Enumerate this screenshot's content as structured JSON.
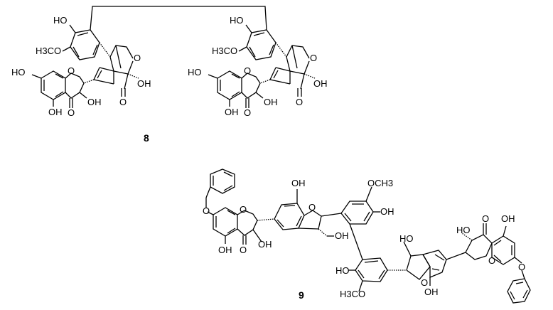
{
  "compounds": [
    {
      "label": "8",
      "units": [
        {
          "labels": {
            "oh_top": "HO",
            "ome": "H3CO",
            "oh_a7": "HO",
            "oh_a5": "OH",
            "ketone": "O",
            "oh_c3": "OH",
            "ring_o": "O",
            "bicyc_o": "O",
            "bicyc_oh": "OH",
            "bicyc_ketone": "O"
          }
        },
        {
          "labels": {
            "oh_top": "HO",
            "ome": "H3CO",
            "oh_a7": "HO",
            "oh_a5": "OH",
            "ketone": "O",
            "oh_c3": "OH",
            "ring_o": "O",
            "bicyc_o": "O",
            "bicyc_oh": "OH",
            "bicyc_ketone": "O"
          }
        }
      ]
    },
    {
      "label": "9",
      "labels": {
        "left_obn_o": "O",
        "left_oh5": "OH",
        "left_ketone": "O",
        "left_oh3": "OH",
        "left_ring_o": "O",
        "left_bf_oh7": "OH",
        "left_bf_o": "O",
        "left_ch2oh": "OH",
        "upper_ome": "OCH3",
        "upper_oh": "OH",
        "lower_ho": "HO",
        "lower_ome": "H3CO",
        "right_ch2oh": "HO",
        "right_bf_o": "O",
        "right_bf_oh7": "OH",
        "right_oh3": "HO",
        "right_ketone": "O",
        "right_oh5": "OH",
        "right_ring_o": "O",
        "right_obn_o": "O"
      }
    }
  ]
}
